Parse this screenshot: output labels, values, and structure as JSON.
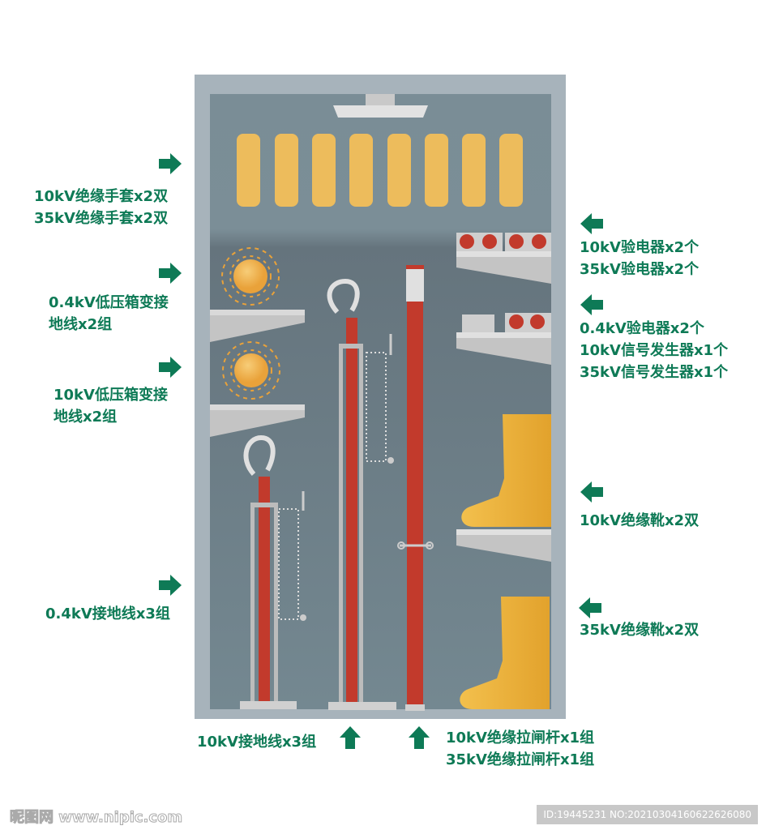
{
  "colors": {
    "label": "#0e7a56",
    "cabinet_frame": "#a7b3bb",
    "cabinet_inner": "#748891",
    "glove": "#edbc5c",
    "pole": "#c23a2c"
  },
  "labels_left": [
    {
      "lines": [
        "10kV绝缘手套x2双",
        "35kV绝缘手套x2双"
      ]
    },
    {
      "lines": [
        "0.4kV低压箱变接",
        "地线x2组"
      ]
    },
    {
      "lines": [
        "10kV低压箱变接",
        "地线x2组"
      ]
    },
    {
      "lines": [
        "0.4kV接地线x3组"
      ]
    }
  ],
  "labels_right": [
    {
      "lines": [
        "10kV验电器x2个",
        "35kV验电器x2个"
      ]
    },
    {
      "lines": [
        "0.4kV验电器x2个",
        "10kV信号发生器x1个",
        "35kV信号发生器x1个"
      ]
    },
    {
      "lines": [
        "10kV绝缘靴x2双"
      ]
    },
    {
      "lines": [
        "35kV绝缘靴x2双"
      ]
    }
  ],
  "labels_bottom": [
    {
      "lines": [
        "10kV接地线x3组"
      ]
    },
    {
      "lines": [
        "10kV绝缘拉闸杆x1组",
        "35kV绝缘拉闸杆x1组"
      ]
    }
  ],
  "watermark": {
    "logo": "昵图网 www.nipic.com",
    "id": "ID:19445231 NO:20210304160622626080"
  }
}
